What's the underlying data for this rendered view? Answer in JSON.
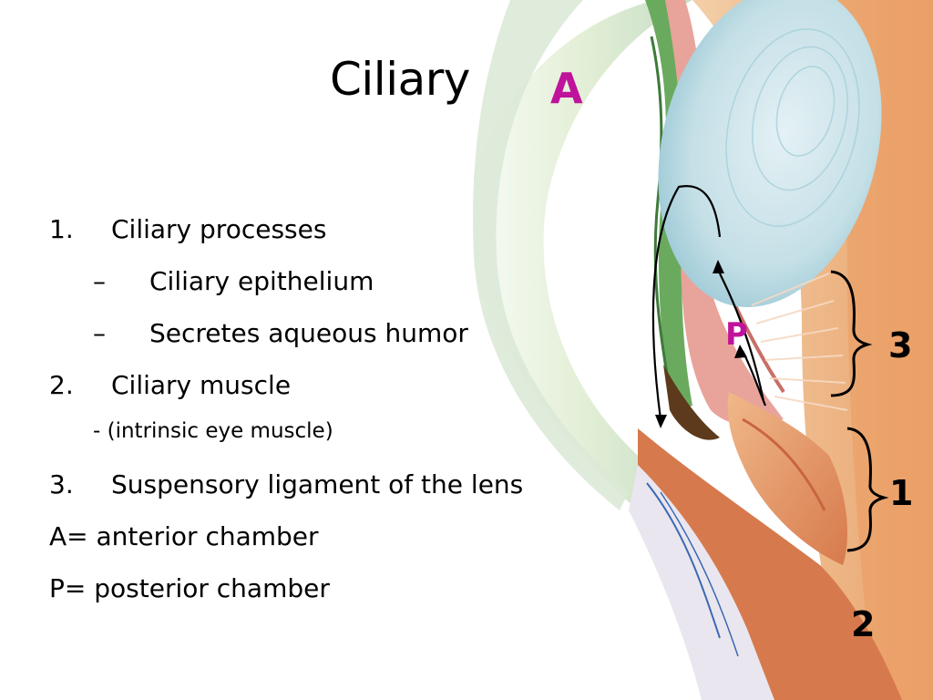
{
  "slide": {
    "title": "Ciliary",
    "labels": {
      "a": "A",
      "p": "P"
    },
    "region_numbers": {
      "three": "3",
      "one": "1",
      "two": "2"
    },
    "list": [
      {
        "marker": "1.",
        "text": "Ciliary processes"
      },
      {
        "marker": "–",
        "text": "Ciliary epithelium"
      },
      {
        "marker": "–",
        "text": "Secretes aqueous humor"
      },
      {
        "marker": "2.",
        "text": "Ciliary muscle"
      },
      {
        "marker": "",
        "text": "- (intrinsic eye muscle)"
      },
      {
        "marker": "3.",
        "text": "Suspensory ligament of the lens"
      },
      {
        "marker": "",
        "text": "A= anterior chamber"
      },
      {
        "marker": "",
        "text": "P= posterior chamber"
      }
    ]
  }
}
